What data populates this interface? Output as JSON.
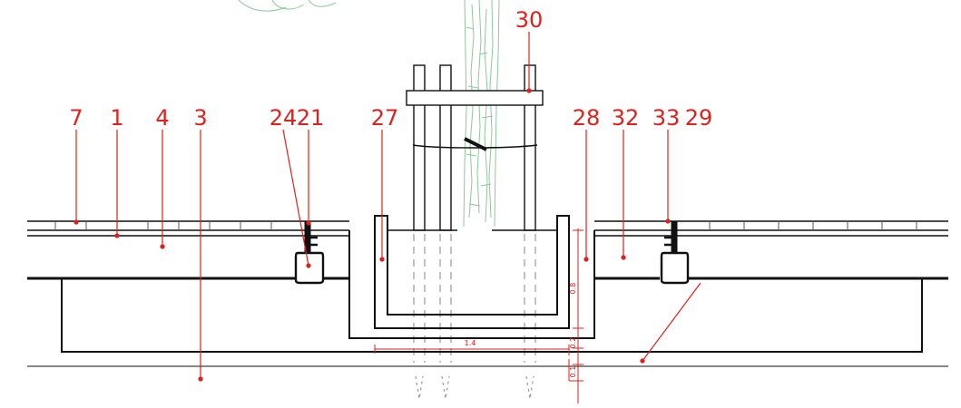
{
  "colors": {
    "line": "#111111",
    "label": "#e0201c",
    "tree": "#8fc79a",
    "hidden": "#9a9a9a",
    "paver_joint": "#555555"
  },
  "callouts": [
    {
      "id": "7",
      "text": "7"
    },
    {
      "id": "1",
      "text": "1"
    },
    {
      "id": "4",
      "text": "4"
    },
    {
      "id": "3",
      "text": "3"
    },
    {
      "id": "24",
      "text": "24"
    },
    {
      "id": "21",
      "text": "21"
    },
    {
      "id": "27",
      "text": "27"
    },
    {
      "id": "30",
      "text": "30"
    },
    {
      "id": "28",
      "text": "28"
    },
    {
      "id": "32",
      "text": "32"
    },
    {
      "id": "33",
      "text": "33"
    },
    {
      "id": "29",
      "text": "29"
    }
  ],
  "dimensions": {
    "width": "1.4",
    "depth": "0.8",
    "base": "0.2",
    "sub": "0.1"
  }
}
